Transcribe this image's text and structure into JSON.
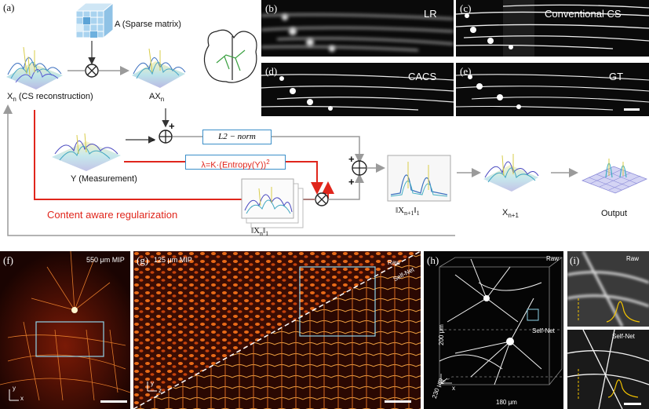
{
  "panel_a": {
    "label": "(a)",
    "a_matrix": "A (Sparse matrix)",
    "xn_label": "X",
    "xn_sub": "n",
    "xn_desc": " (CS reconstruction)",
    "axn_label": "AX",
    "axn_sub": "n",
    "y_label": "Y (Measurement)",
    "l2_norm": "L2 − norm",
    "lambda_formula": "λ=K·(Entropy(Y))",
    "lambda_exp": "2",
    "content_aware": "Content aware regularization",
    "xn_norm": "‖X",
    "xn_norm_sub": "n",
    "xn_norm_end": "‖",
    "xn_norm_end_sub": "1",
    "xn1_norm": "‖X",
    "xn1_norm_sub": "n+1",
    "xn1_norm_end": "‖",
    "xn1_norm_end_sub": "1",
    "xn1_label": "X",
    "xn1_sub": "n+1",
    "output_label": "Output",
    "plus": "+",
    "minus": "-"
  },
  "panel_b": {
    "label": "(b)",
    "title": "LR"
  },
  "panel_c": {
    "label": "(c)",
    "title": "Conventional CS"
  },
  "panel_d": {
    "label": "(d)",
    "title": "CACS"
  },
  "panel_e": {
    "label": "(e)",
    "title": "GT"
  },
  "panel_f": {
    "label": "(f)",
    "title": "550 μm MIP",
    "axis_y": "y",
    "axis_x": "x"
  },
  "panel_g": {
    "label": "(g)",
    "title": "125 μm MIP",
    "raw": "Raw",
    "selfnet": "Self-Net",
    "axis_y": "y",
    "axis_z": "z"
  },
  "panel_h": {
    "label": "(h)",
    "raw": "Raw",
    "selfnet": "Self-Net",
    "dim_y": "200 μm",
    "dim_z": "230 μm",
    "dim_x": "180 μm",
    "axis_z": "z",
    "axis_x": "x",
    "axis_y": "y"
  },
  "panel_i": {
    "label": "(i)",
    "raw": "Raw",
    "selfnet": "Self-Net"
  },
  "colors": {
    "red": "#e0261c",
    "blue_box": "#3b8fc9",
    "gray_arrow": "#9a9a9a",
    "cyan_roi": "#8fd3e8",
    "yellow": "#f2c200"
  }
}
